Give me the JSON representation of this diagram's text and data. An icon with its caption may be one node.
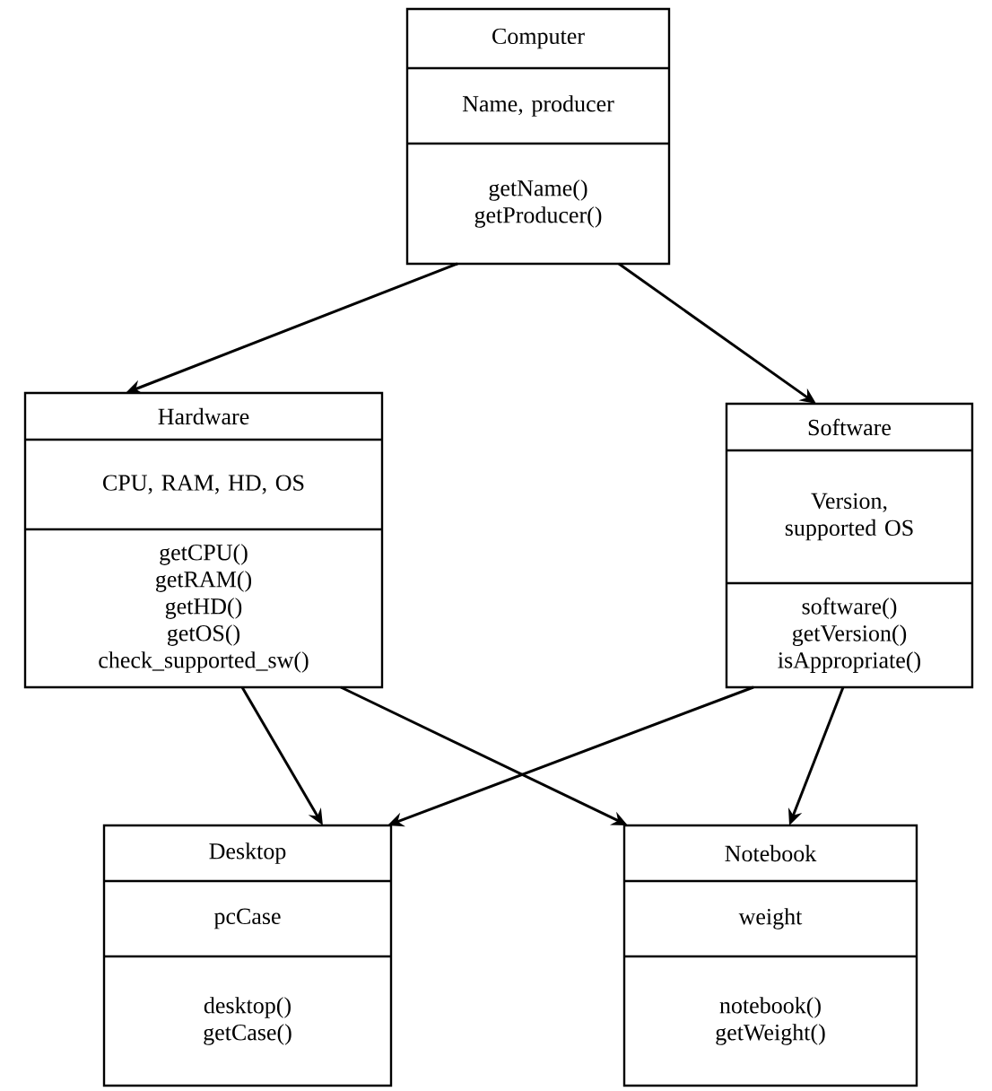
{
  "diagram": {
    "nodes": [
      {
        "text": [
          "Computer",
          "Name, producer",
          "getName()",
          "getProducer()"
        ]
      },
      {
        "text": [
          "Hardware",
          "CPU, RAM, HD, OS",
          "getCPU()",
          "getRAM()",
          "getHD()",
          "getOS()",
          "check_supported_sw()"
        ]
      },
      {
        "text": [
          "Software",
          "Version, supported OS",
          "software()",
          "getVersion()",
          "isAppropriate()"
        ]
      },
      {
        "text": [
          "Desktop",
          "pcCase",
          "desktop()",
          "getCase()"
        ]
      },
      {
        "text": [
          "Notebook",
          "weight",
          "notebook()",
          "getWeight()"
        ]
      }
    ],
    "edges": [
      {
        "from": 0,
        "to": 1,
        "arrow": "to"
      },
      {
        "from": 0,
        "to": 2,
        "arrow": "to"
      },
      {
        "from": 1,
        "to": 3,
        "arrow": "to"
      },
      {
        "from": 1,
        "to": 4,
        "arrow": "to"
      },
      {
        "from": 2,
        "to": 3,
        "arrow": "to"
      },
      {
        "from": 2,
        "to": 4,
        "arrow": "to"
      }
    ]
  }
}
